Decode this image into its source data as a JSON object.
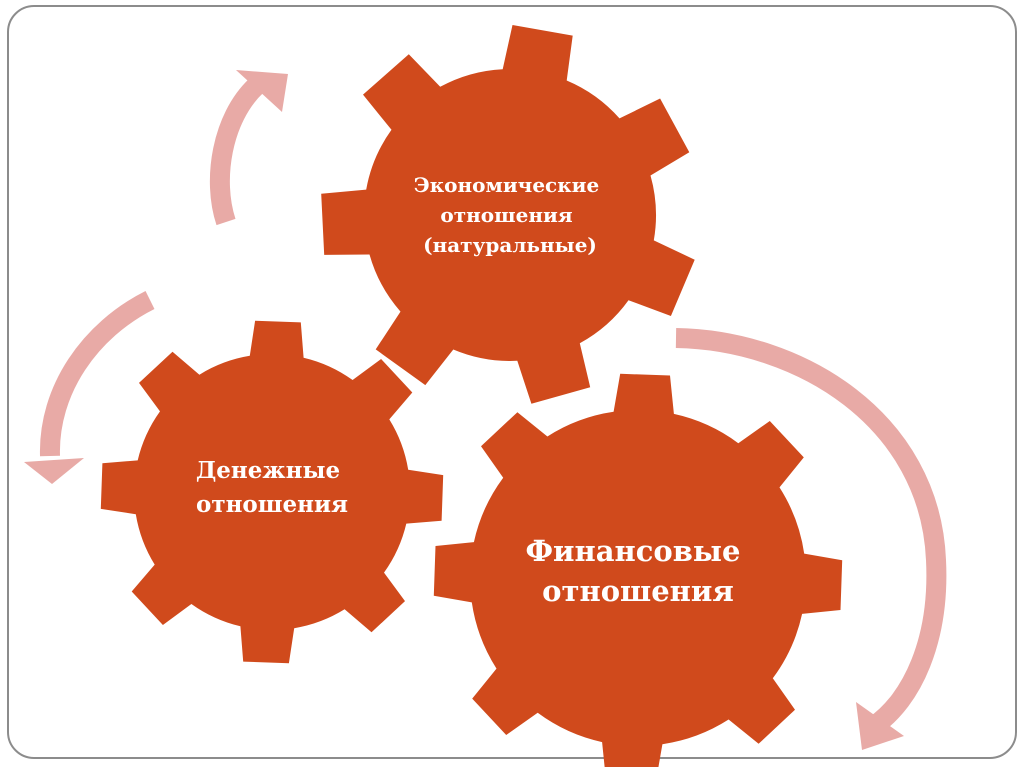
{
  "colors": {
    "gear": "#d04a1c",
    "arrow": "#e8aaa6",
    "frame": "#8c8c8c",
    "text": "#ffffff"
  },
  "gears": [
    {
      "id": "economic",
      "lines": [
        "Экономические",
        "отношения",
        "(натуральные)"
      ]
    },
    {
      "id": "monetary",
      "lines": [
        "Денежные",
        "отношения"
      ]
    },
    {
      "id": "financial",
      "lines": [
        "Финансовые",
        "отношения"
      ]
    }
  ]
}
